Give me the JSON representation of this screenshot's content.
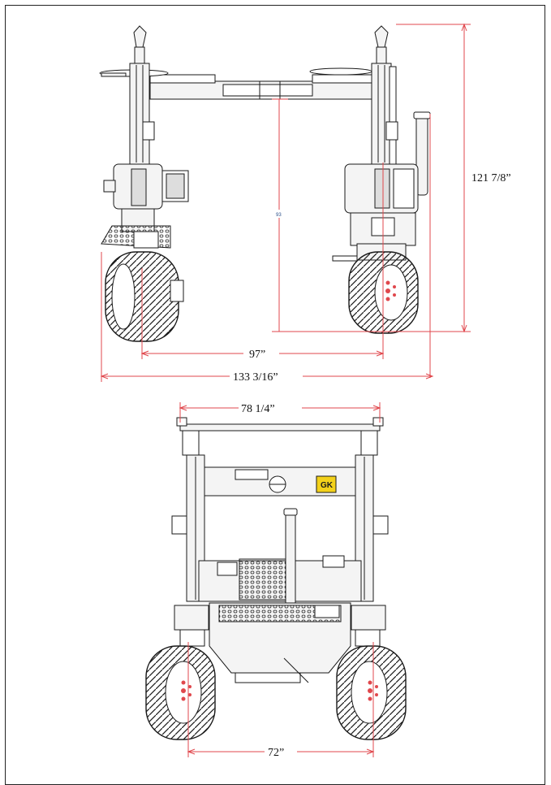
{
  "colors": {
    "dimension_line": "#e0474c",
    "drawing_stroke": "#1a1a1a",
    "drawing_fill": "#f4f4f4",
    "logo_yellow": "#f3d11a",
    "small_label": "#2b4f8a"
  },
  "side_view": {
    "dim_height": "121 7/8”",
    "dim_inner_height": "93",
    "dim_track": "97”",
    "dim_overall_width": "133 3/16”"
  },
  "rear_view": {
    "dim_top_width": "78 1/4”",
    "dim_wheel_track": "72”",
    "logo_text": "GK"
  }
}
